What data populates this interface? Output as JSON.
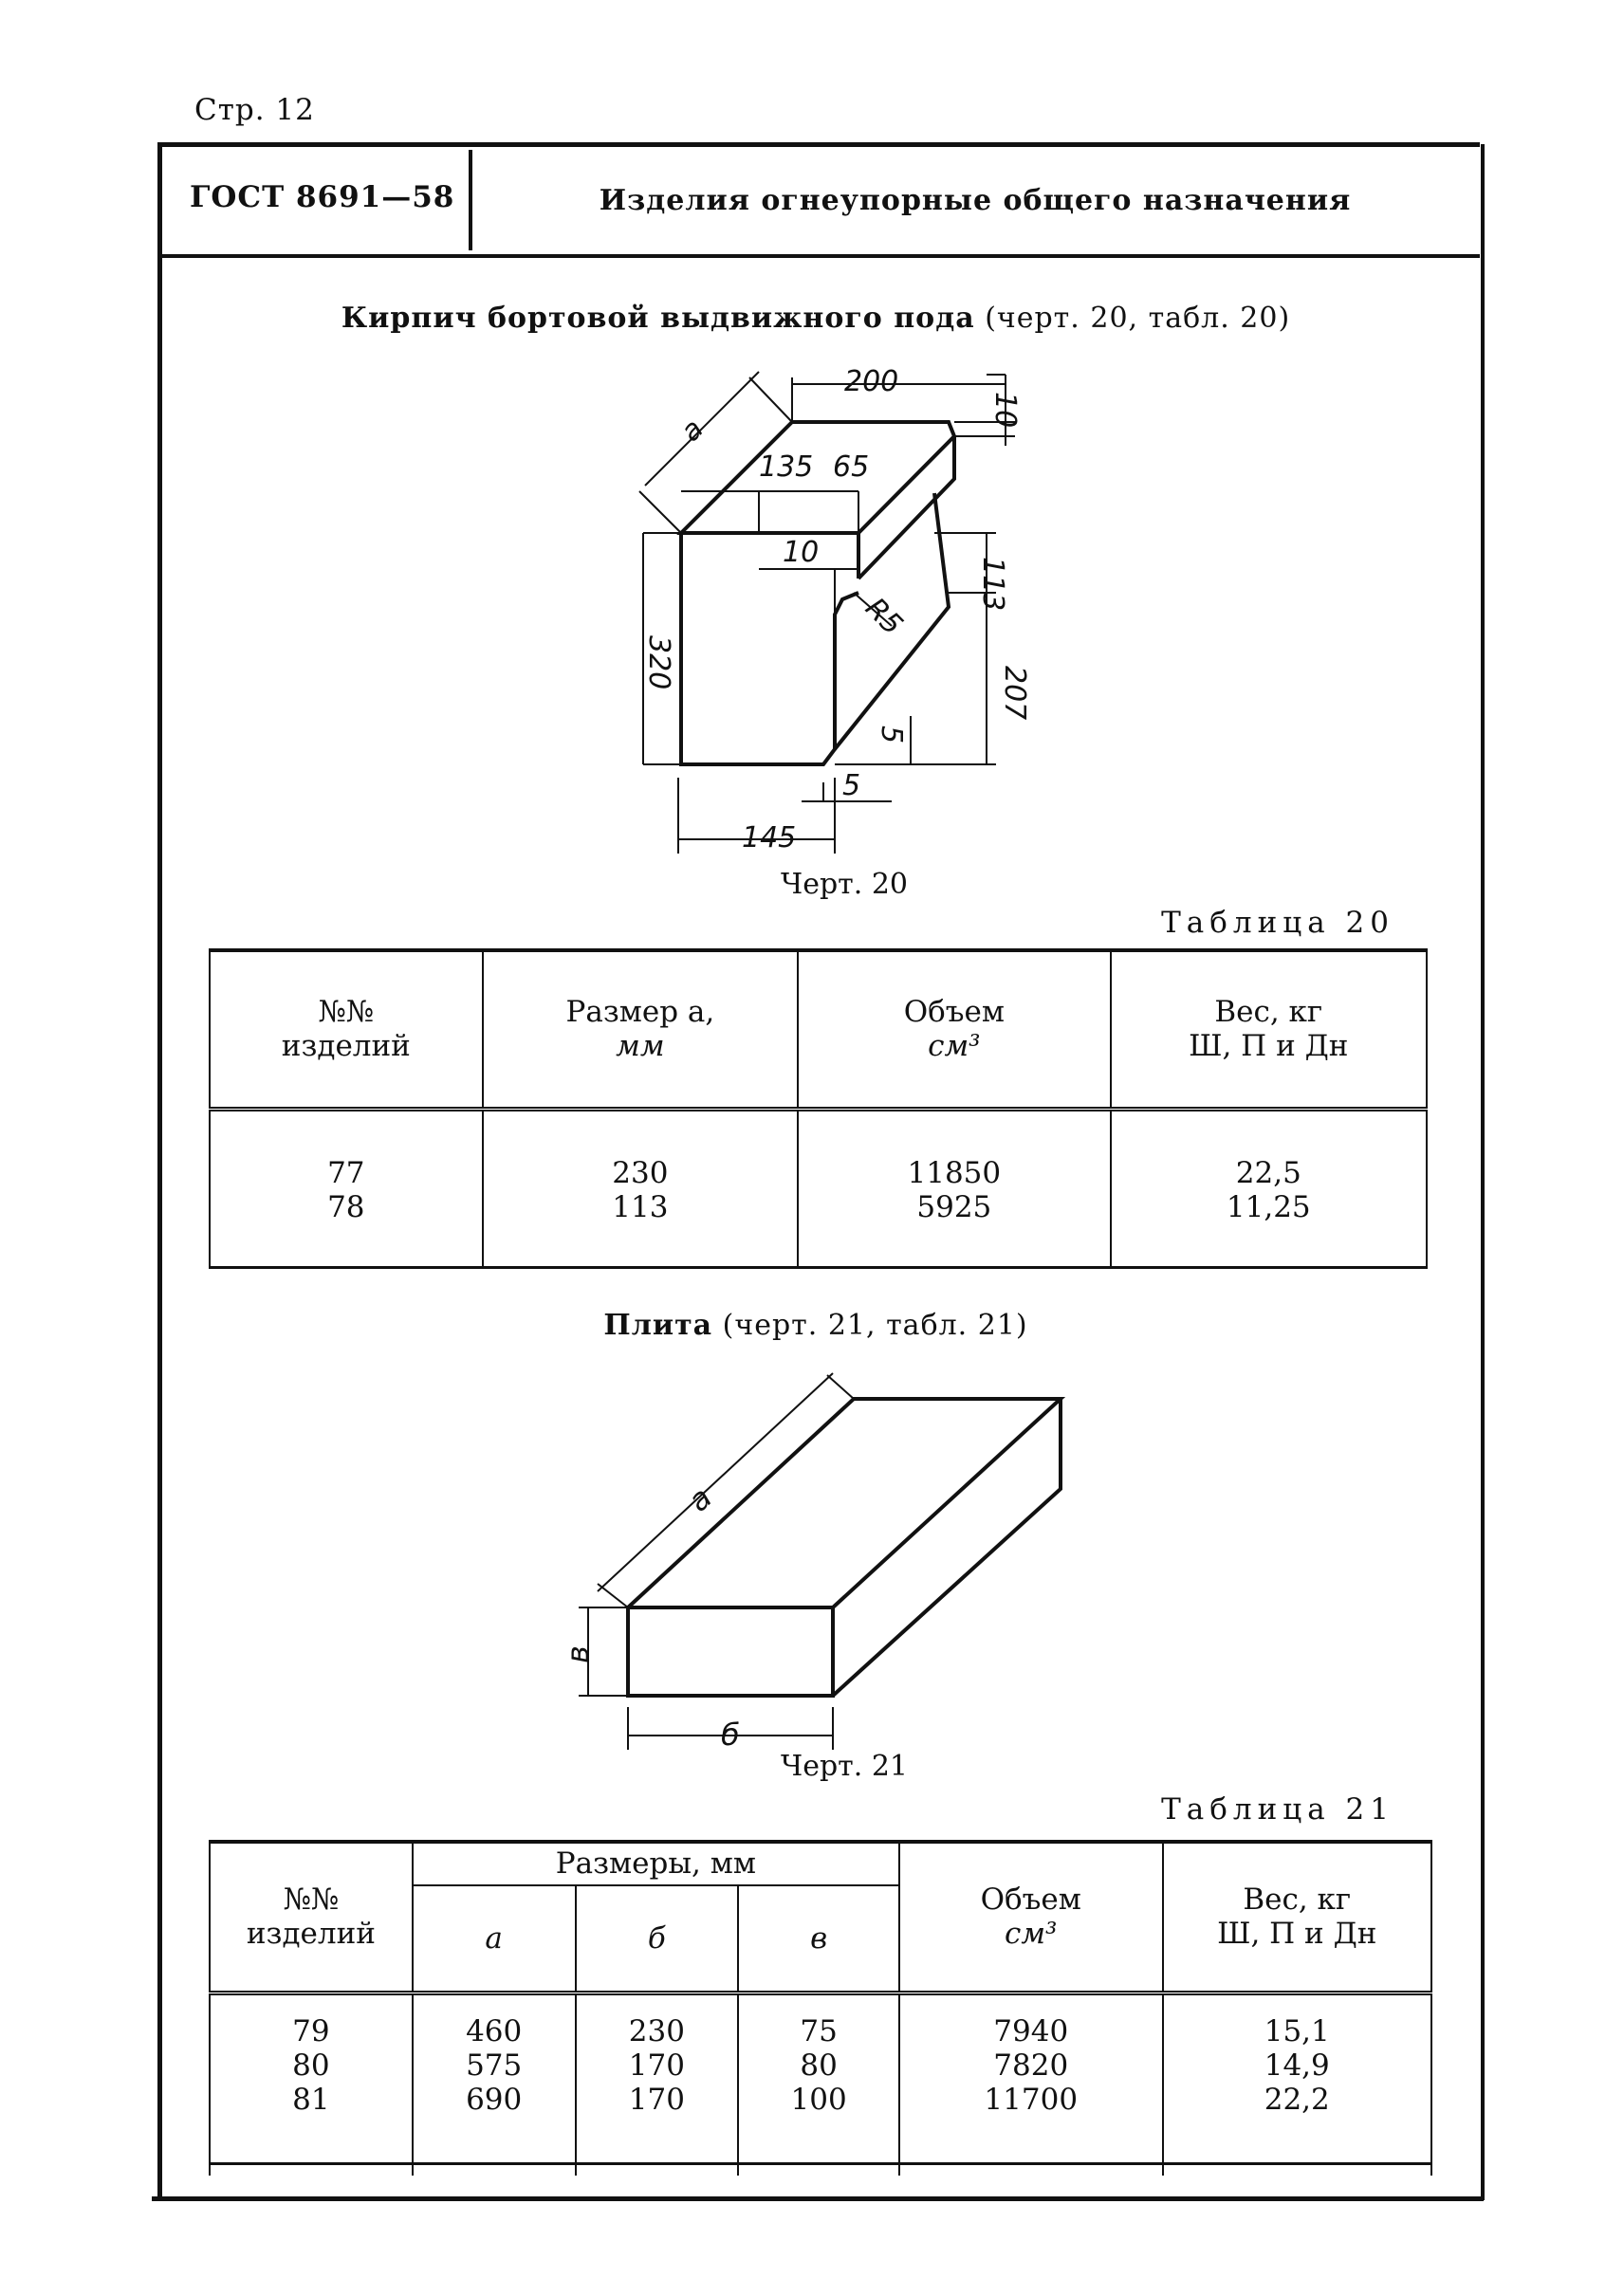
{
  "page_number": "Стр. 12",
  "header": {
    "standard": "ГОСТ 8691—58",
    "title": "Изделия огнеупорные общего назначения"
  },
  "section1": {
    "title_bold": "Кирпич бортовой выдвижного пода",
    "title_rest": "(черт. 20, табл. 20)",
    "drawing_labels": {
      "a": "a",
      "d200": "200",
      "d10_top": "10",
      "d135": "135",
      "d65": "65",
      "d10_mid": "10",
      "d113": "113",
      "d320": "320",
      "r5": "R5",
      "d207": "207",
      "d5_right": "5",
      "d5_bottom": "5",
      "d145": "145"
    },
    "drawing_caption": "Черт. 20",
    "table_caption": "Таблица 20",
    "table": {
      "headers": [
        {
          "line1": "№№",
          "line2": "изделий"
        },
        {
          "line1": "Размер а,",
          "line2": "мм"
        },
        {
          "line1": "Объем",
          "line2": "см³"
        },
        {
          "line1": "Вес, кг",
          "line2": "Ш, П и Дн"
        }
      ],
      "rows": [
        [
          "77",
          "230",
          "11850",
          "22,5"
        ],
        [
          "78",
          "113",
          "5925",
          "11,25"
        ]
      ]
    }
  },
  "section2": {
    "title_bold": "Плита",
    "title_rest": "(черт. 21, табл. 21)",
    "drawing_labels": {
      "a": "a",
      "b": "б",
      "v": "в"
    },
    "drawing_caption": "Черт. 21",
    "table_caption": "Таблица 21",
    "table": {
      "col_number": {
        "line1": "№№",
        "line2": "изделий"
      },
      "group_header": "Размеры, мм",
      "sub_headers": [
        "а",
        "б",
        "в"
      ],
      "col_volume": {
        "line1": "Объем",
        "line2": "см³"
      },
      "col_weight": {
        "line1": "Вес, кг",
        "line2": "Ш, П и Дн"
      },
      "rows": [
        [
          "79",
          "460",
          "230",
          "75",
          "7940",
          "15,1"
        ],
        [
          "80",
          "575",
          "170",
          "80",
          "7820",
          "14,9"
        ],
        [
          "81",
          "690",
          "170",
          "100",
          "11700",
          "22,2"
        ]
      ]
    }
  }
}
